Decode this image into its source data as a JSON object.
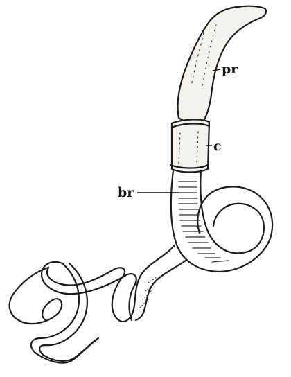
{
  "figure": {
    "labels": {
      "proboscis": "pr",
      "collar": "c",
      "branchial": "br"
    },
    "colors": {
      "ink": "#1a1a1a",
      "paper": "#ffffff",
      "body_shade": "#f4f2ee"
    }
  }
}
